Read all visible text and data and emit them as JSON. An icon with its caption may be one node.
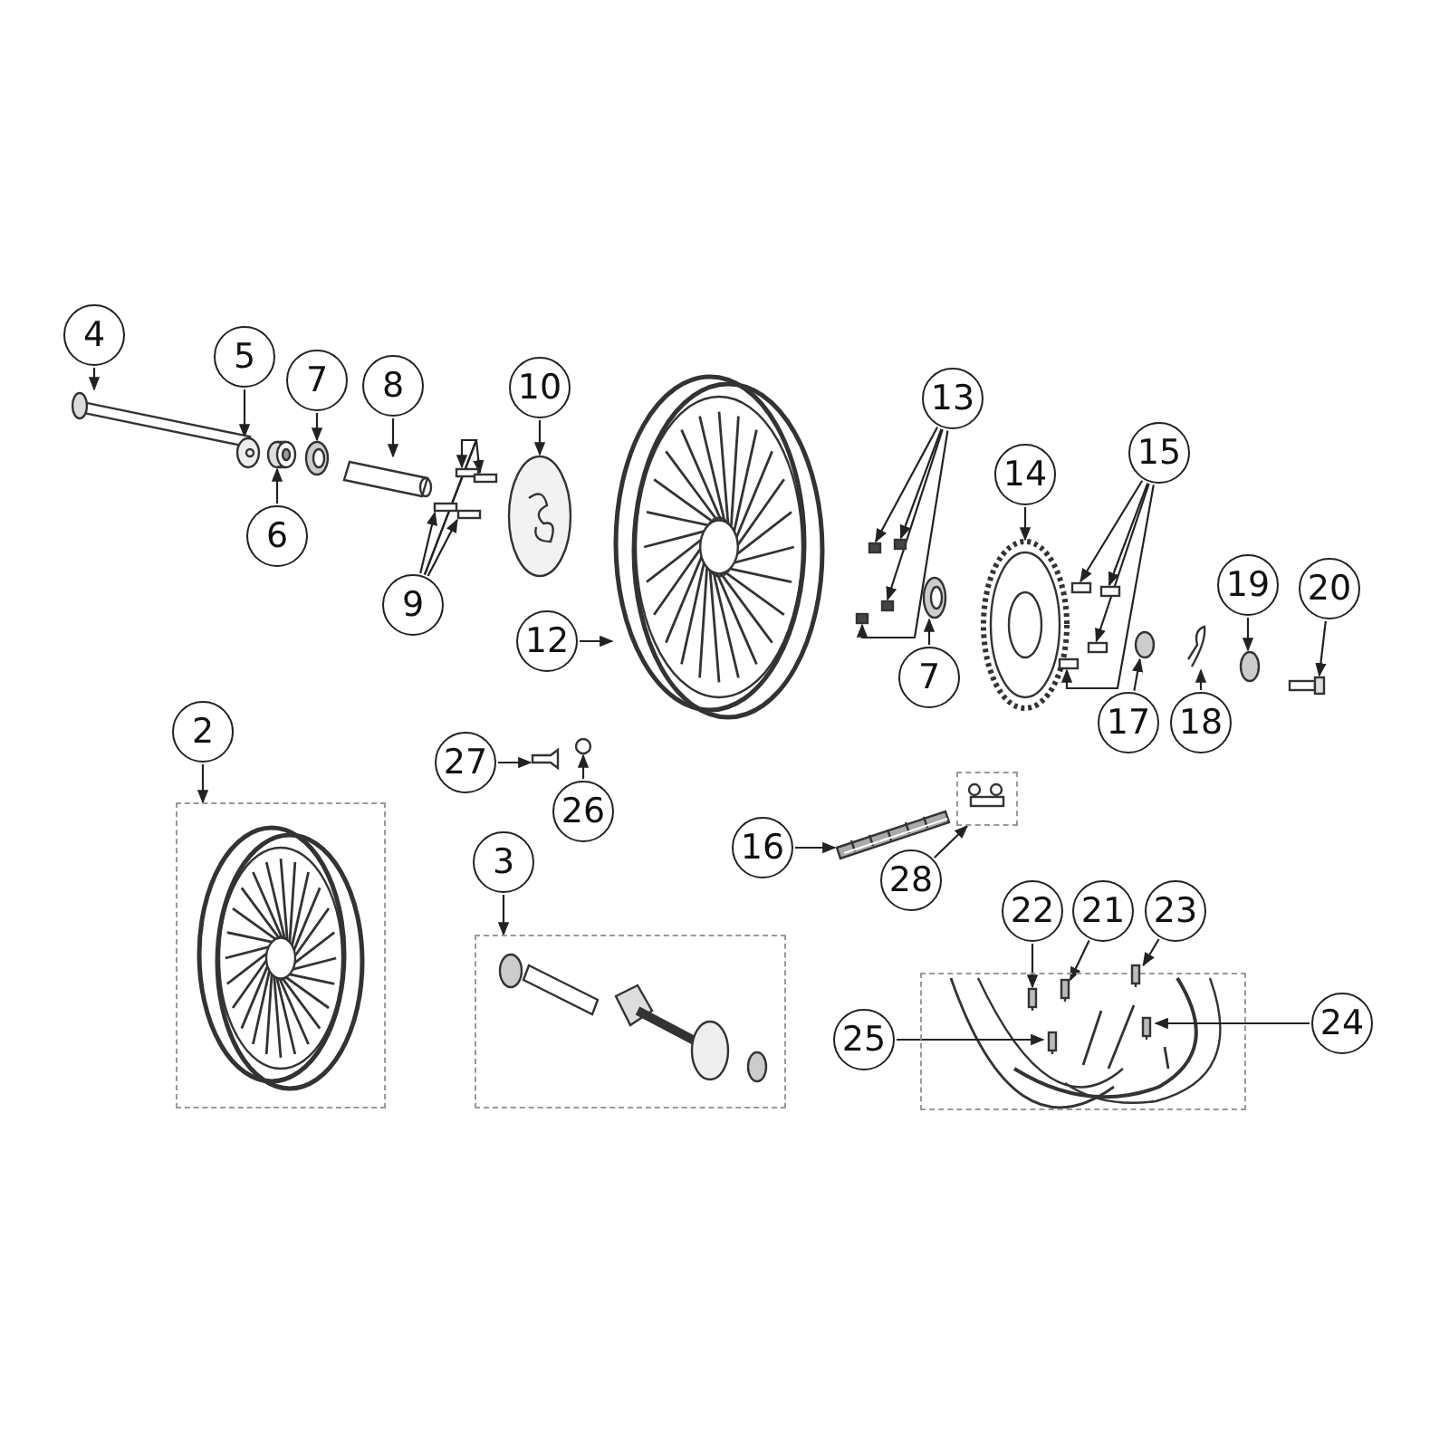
{
  "diagram": {
    "nodes": [
      {
        "text": [
          "4"
        ]
      },
      {
        "text": [
          "5"
        ]
      },
      {
        "text": [
          "7"
        ]
      },
      {
        "text": [
          "8"
        ]
      },
      {
        "text": [
          "10"
        ]
      },
      {
        "text": [
          "6"
        ]
      },
      {
        "text": [
          "9"
        ]
      },
      {
        "text": [
          "13"
        ]
      },
      {
        "text": [
          "14"
        ]
      },
      {
        "text": [
          "15"
        ]
      },
      {
        "text": [
          "12"
        ]
      },
      {
        "text": [
          "7"
        ]
      },
      {
        "text": [
          "19"
        ]
      },
      {
        "text": [
          "20"
        ]
      },
      {
        "text": [
          "17"
        ]
      },
      {
        "text": [
          "18"
        ]
      },
      {
        "text": [
          "2"
        ]
      },
      {
        "text": [
          "27"
        ]
      },
      {
        "text": [
          "26"
        ]
      },
      {
        "text": [
          "16"
        ]
      },
      {
        "text": [
          "28"
        ]
      },
      {
        "text": [
          "3"
        ]
      },
      {
        "text": [
          "22"
        ]
      },
      {
        "text": [
          "21"
        ]
      },
      {
        "text": [
          "23"
        ]
      },
      {
        "text": [
          "25"
        ]
      },
      {
        "text": [
          "24"
        ]
      },
      {
        "text": [],
        "shape": "box"
      },
      {
        "text": [],
        "shape": "box"
      },
      {
        "text": [],
        "shape": "box"
      },
      {
        "text": [],
        "shape": "box"
      },
      {
        "text": [],
        "shape": "picture"
      },
      {
        "text": [],
        "shape": "picture"
      },
      {
        "text": [],
        "shape": "picture"
      },
      {
        "text": [],
        "shape": "picture"
      },
      {
        "text": [],
        "shape": "picture"
      },
      {
        "text": [],
        "shape": "picture"
      },
      {
        "text": [],
        "shape": "box"
      },
      {
        "text": [],
        "shape": "box"
      },
      {
        "text": [],
        "shape": "box"
      },
      {
        "text": [],
        "shape": "box"
      },
      {
        "text": [],
        "shape": "box"
      },
      {
        "text": [],
        "shape": "box"
      },
      {
        "text": [],
        "shape": "box"
      },
      {
        "text": [],
        "shape": "box"
      },
      {
        "text": [],
        "shape": "picture"
      },
      {
        "text": [],
        "shape": "box"
      },
      {
        "text": [],
        "shape": "box"
      },
      {
        "text": [],
        "shape": "box"
      },
      {
        "text": [],
        "shape": "box"
      },
      {
        "text": [],
        "shape": "picture"
      },
      {
        "text": [],
        "shape": "picture"
      },
      {
        "text": [],
        "shape": "circle"
      },
      {
        "text": [],
        "shape": "picture"
      },
      {
        "text": [],
        "shape": "circle"
      },
      {
        "text": [],
        "shape": "picture"
      },
      {
        "text": [],
        "shape": "picture"
      },
      {
        "text": [],
        "shape": "circle"
      },
      {
        "text": [],
        "shape": "picture"
      },
      {
        "text": [],
        "shape": "picture",
        "in": 30
      },
      {
        "text": [],
        "shape": "picture",
        "in": 30
      },
      {
        "text": [],
        "shape": "picture",
        "in": 30
      },
      {
        "text": [],
        "shape": "picture",
        "in": 30
      },
      {
        "text": [],
        "shape": "picture",
        "in": 30
      }
    ],
    "edges": [
      {
        "from": 0,
        "to": 31,
        "arrow": "to"
      },
      {
        "from": 1,
        "to": 32,
        "arrow": "to"
      },
      {
        "from": 2,
        "to": 33,
        "arrow": "to"
      },
      {
        "from": 3,
        "to": 34,
        "arrow": "to"
      },
      {
        "from": 4,
        "to": 35,
        "arrow": "to"
      },
      {
        "from": 5,
        "to": 36,
        "arrow": "to"
      },
      {
        "from": 6,
        "to": 37,
        "arrow": "to"
      },
      {
        "from": 6,
        "to": 38,
        "arrow": "to"
      },
      {
        "from": 6,
        "to": 39,
        "arrow": "to"
      },
      {
        "from": 6,
        "to": 40,
        "arrow": "to"
      },
      {
        "from": 7,
        "to": 41,
        "arrow": "to"
      },
      {
        "from": 7,
        "to": 42,
        "arrow": "to"
      },
      {
        "from": 7,
        "to": 43,
        "arrow": "to"
      },
      {
        "from": 7,
        "to": 44,
        "arrow": "to"
      },
      {
        "from": 8,
        "to": 45,
        "arrow": "to"
      },
      {
        "from": 9,
        "to": 46,
        "arrow": "to"
      },
      {
        "from": 9,
        "to": 47,
        "arrow": "to"
      },
      {
        "from": 9,
        "to": 48,
        "arrow": "to"
      },
      {
        "from": 9,
        "to": 49,
        "arrow": "to"
      },
      {
        "from": 10,
        "to": 50,
        "arrow": "to"
      },
      {
        "from": 11,
        "to": 51,
        "arrow": "to"
      },
      {
        "from": 12,
        "to": 52,
        "arrow": "to"
      },
      {
        "from": 13,
        "to": 53,
        "arrow": "to"
      },
      {
        "from": 14,
        "to": 54,
        "arrow": "to"
      },
      {
        "from": 15,
        "to": 55,
        "arrow": "to"
      },
      {
        "from": 16,
        "to": 27,
        "arrow": "to"
      },
      {
        "from": 17,
        "to": 56,
        "arrow": "to"
      },
      {
        "from": 18,
        "to": 57,
        "arrow": "to"
      },
      {
        "from": 19,
        "to": 58,
        "arrow": "to"
      },
      {
        "from": 20,
        "to": 29,
        "arrow": "to"
      },
      {
        "from": 21,
        "to": 28,
        "arrow": "to"
      },
      {
        "from": 22,
        "to": 59,
        "arrow": "to"
      },
      {
        "from": 23,
        "to": 60,
        "arrow": "to"
      },
      {
        "from": 24,
        "to": 61,
        "arrow": "to"
      },
      {
        "from": 25,
        "to": 62,
        "arrow": "to"
      },
      {
        "from": 26,
        "to": 63,
        "arrow": "to"
      }
    ]
  }
}
